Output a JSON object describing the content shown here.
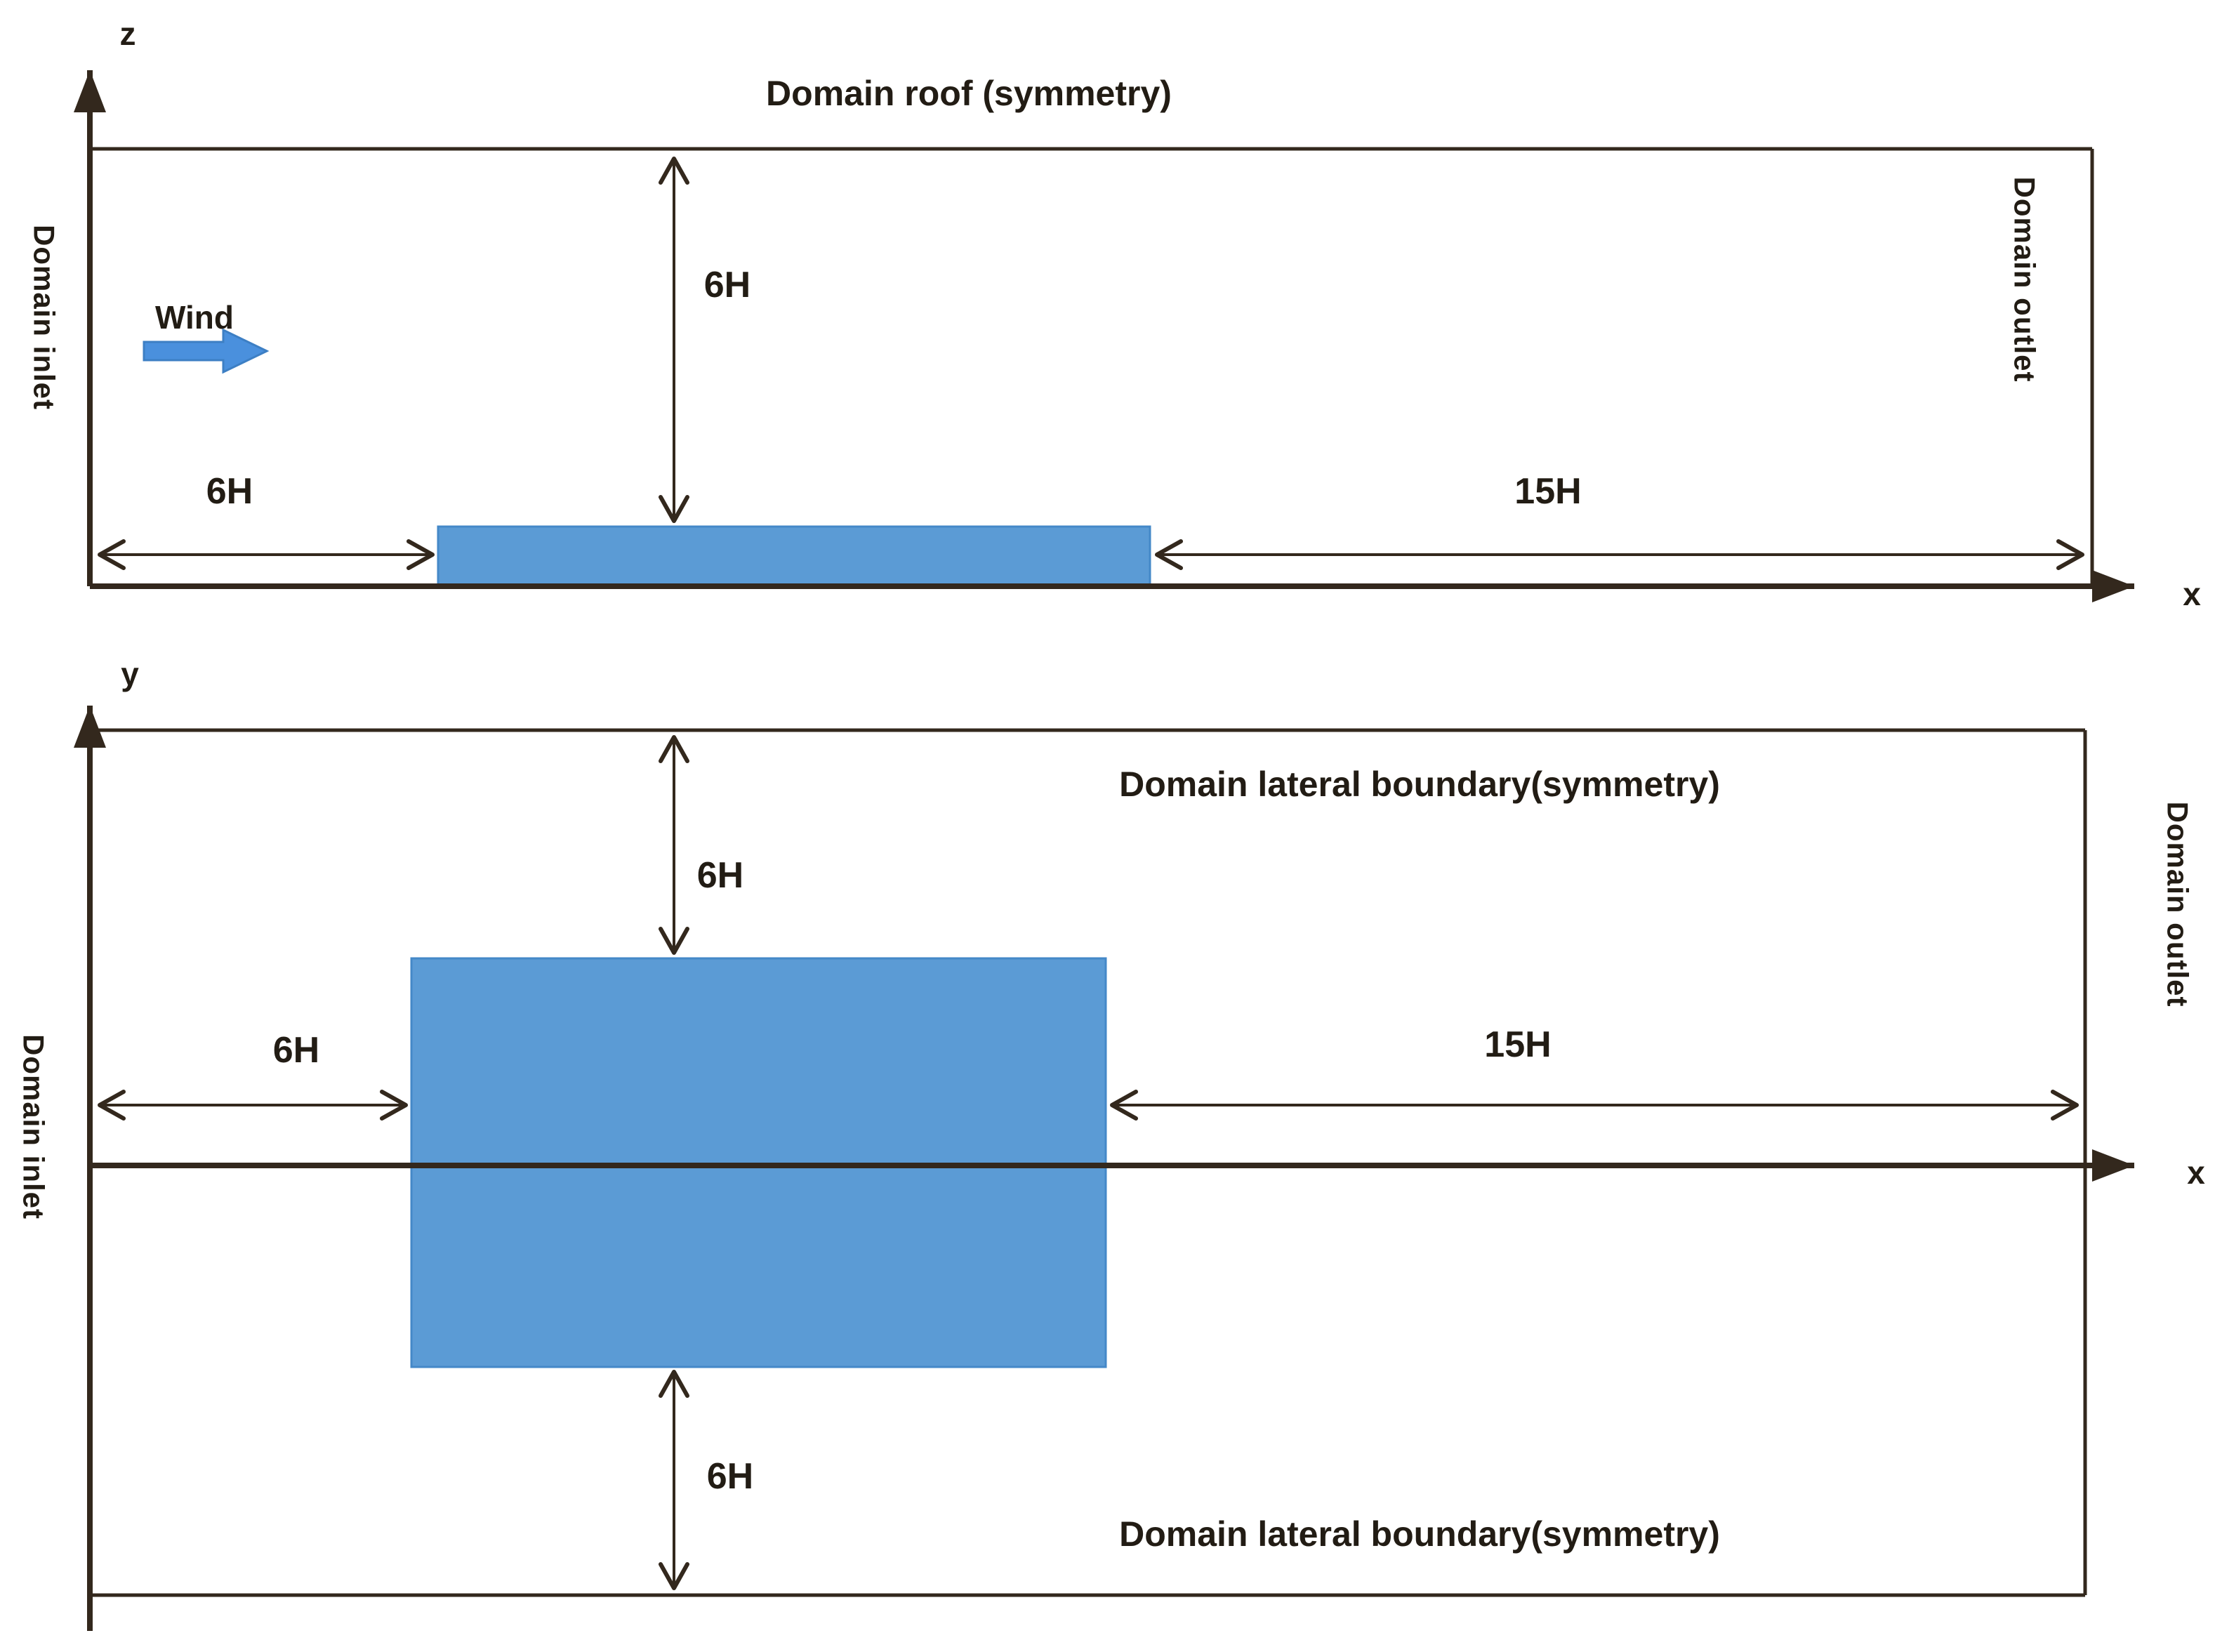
{
  "colors": {
    "line": "#33281d",
    "text": "#221c14",
    "building_fill": "#5b9bd5",
    "wind_arrow_fill": "#4a90dd",
    "background": "#ffffff"
  },
  "side_view": {
    "vertical_axis_label": "z",
    "horizontal_axis_label": "x",
    "roof_label": "Domain roof (symmetry)",
    "inlet_label": "Domain inlet",
    "outlet_label": "Domain outlet",
    "wind_label": "Wind",
    "dim_roof_clearance": "6H",
    "dim_upstream": "6H",
    "dim_downstream": "15H"
  },
  "plan_view": {
    "vertical_axis_label": "y",
    "horizontal_axis_label": "x",
    "lateral_top_label": "Domain lateral boundary(symmetry)",
    "lateral_bottom_label": "Domain lateral boundary(symmetry)",
    "inlet_label": "Domain inlet",
    "outlet_label": "Domain outlet",
    "dim_top_clearance": "6H",
    "dim_upstream": "6H",
    "dim_downstream": "15H",
    "dim_bottom_clearance": "6H"
  }
}
